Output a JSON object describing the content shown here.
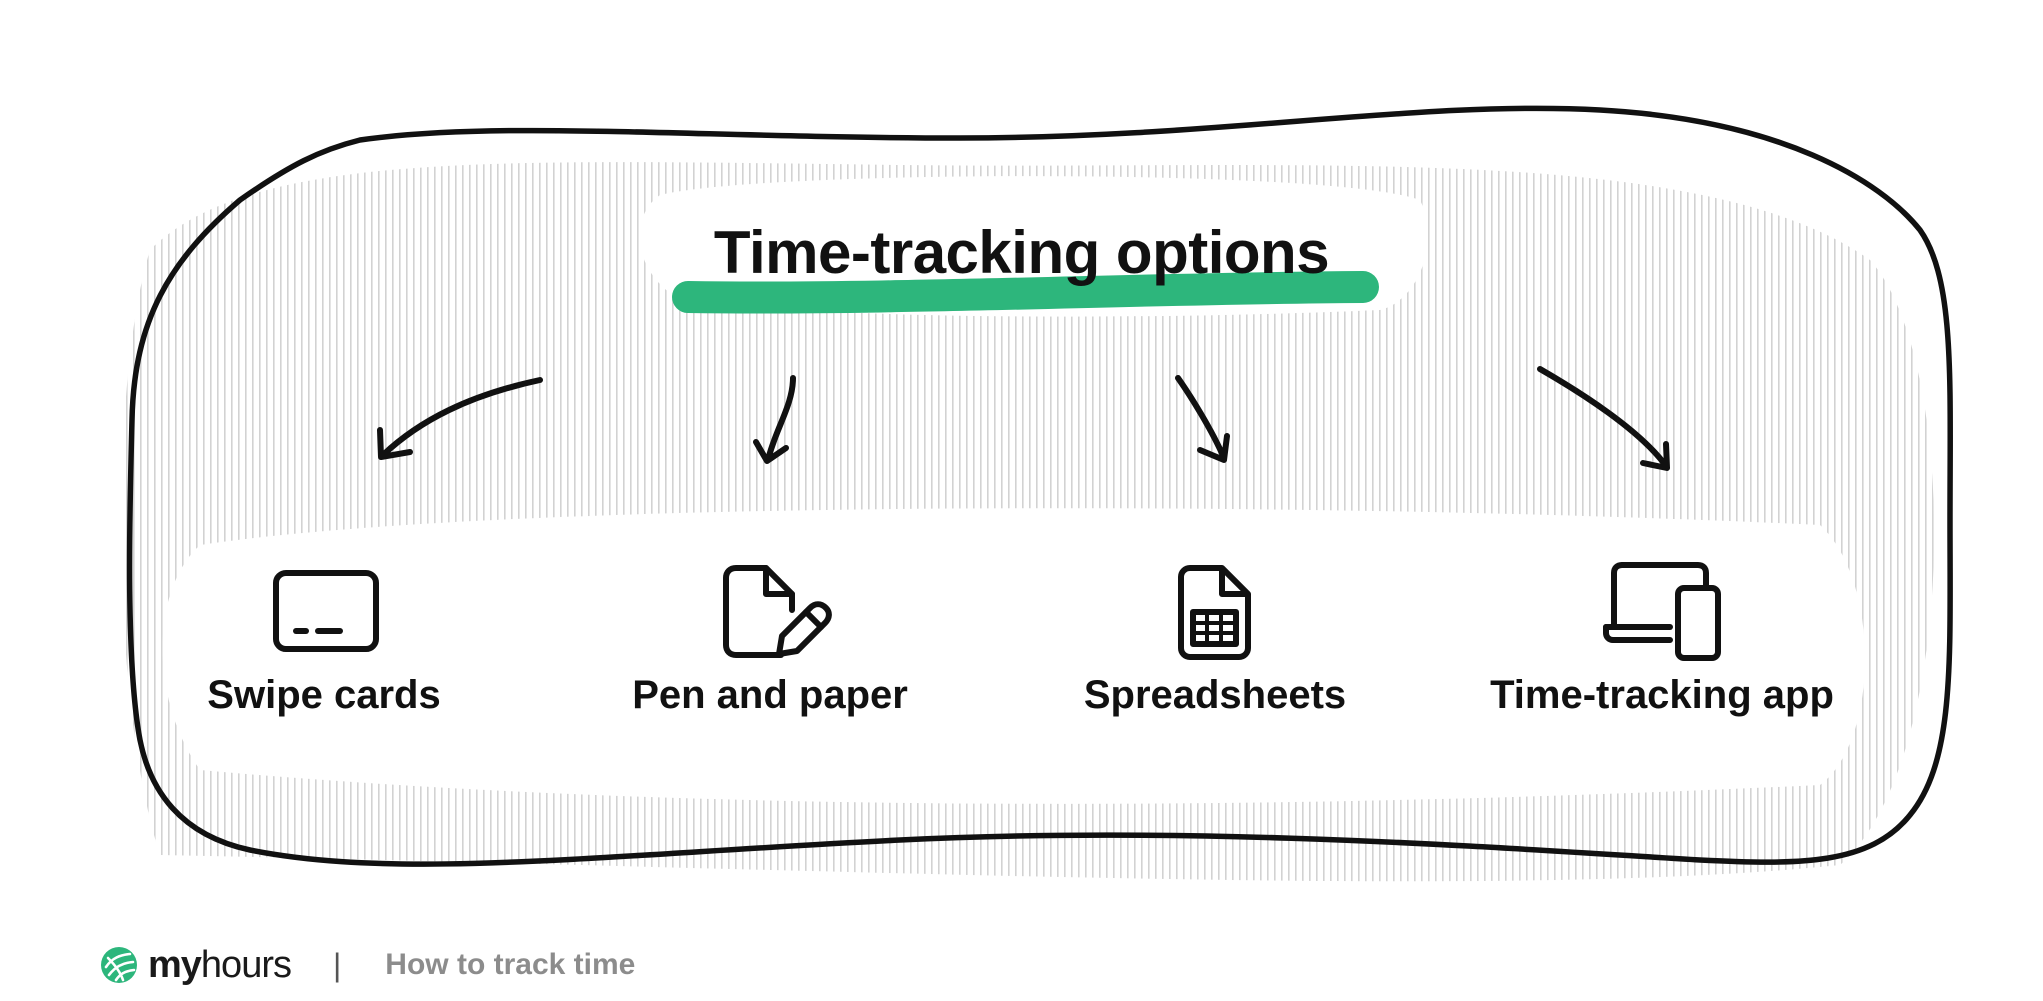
{
  "title": "Time-tracking options",
  "colors": {
    "accent": "#2db67c",
    "ink": "#111111",
    "muted": "#8c8c8c",
    "hatch": "#d2d2d2"
  },
  "options": [
    {
      "label": "Swipe cards",
      "icon": "credit-card-icon"
    },
    {
      "label": "Pen and paper",
      "icon": "document-pen-icon"
    },
    {
      "label": "Spreadsheets",
      "icon": "spreadsheet-document-icon"
    },
    {
      "label": "Time-tracking app",
      "icon": "laptop-phone-icon"
    }
  ],
  "footer": {
    "brand_bold": "my",
    "brand_light": "hours",
    "separator": "|",
    "tagline": "How to track time",
    "logo_icon": "myhours-logo-icon"
  }
}
